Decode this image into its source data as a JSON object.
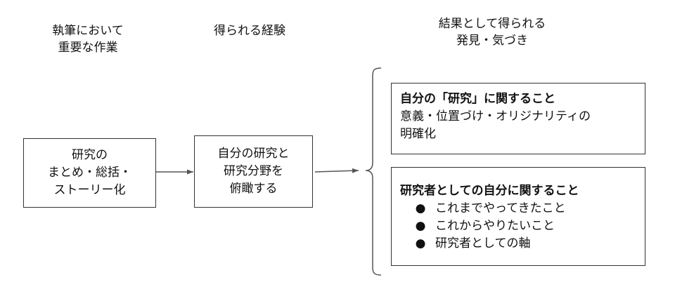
{
  "headers": {
    "col1": [
      "執筆において",
      "重要な作業"
    ],
    "col2": [
      "得られる経験"
    ],
    "col3": [
      "結果として得られる",
      "発見・気づき"
    ]
  },
  "box1": [
    "研究の",
    "まとめ・総括・",
    "ストーリー化"
  ],
  "box2": [
    "自分の研究と",
    "研究分野を",
    "俯瞰する"
  ],
  "result1": {
    "title": "自分の「研究」に関すること",
    "lines": [
      "意義・位置づけ・オリジナリティの",
      "明確化"
    ]
  },
  "result2": {
    "title": "研究者としての自分に関すること",
    "bullet": "●",
    "items": [
      "これまでやってきたこと",
      "これからやりたいこと",
      "研究者としての軸"
    ]
  }
}
